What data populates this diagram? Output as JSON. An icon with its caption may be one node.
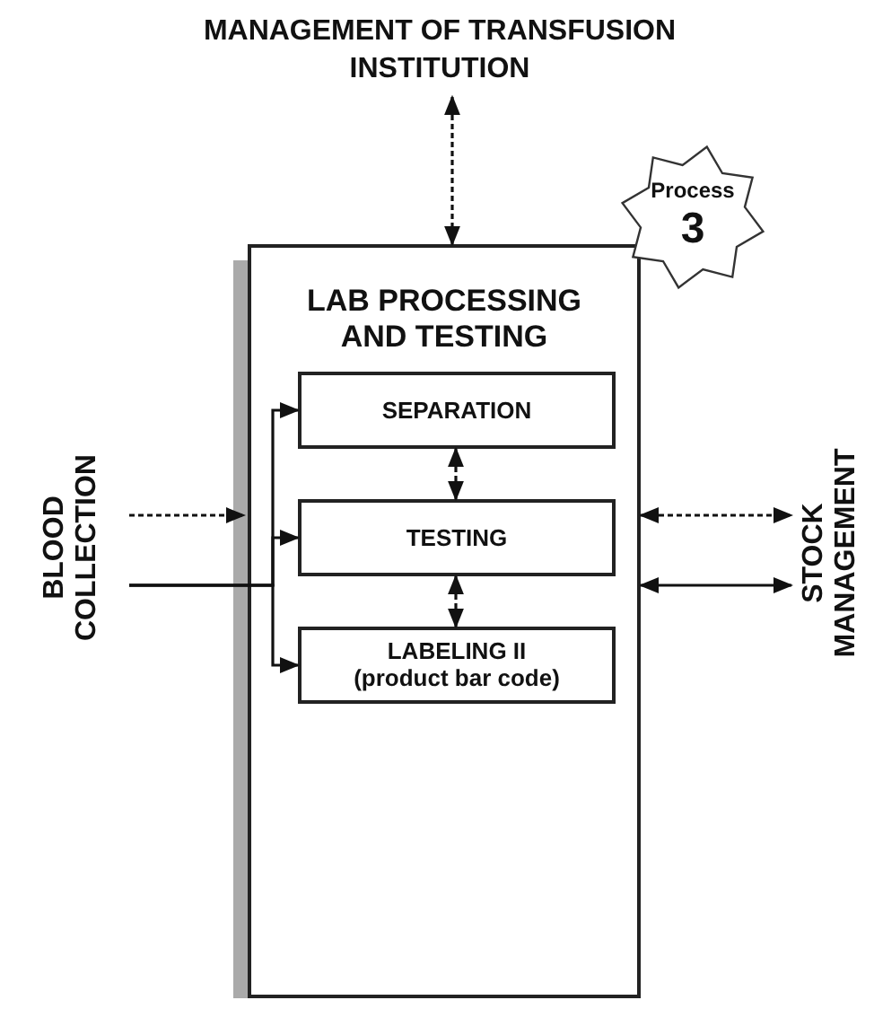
{
  "diagram": {
    "nodes": [
      {
        "text": [
          "MANAGEMENT OF TRANSFUSION INSTITUTION"
        ]
      },
      {
        "text": [
          "LAB PROCESSING AND TESTING"
        ]
      },
      {
        "text": [
          "Process",
          "3"
        ]
      },
      {
        "text": [
          "SEPARATION"
        ],
        "in": 1
      },
      {
        "text": [
          "TESTING"
        ],
        "in": 1
      },
      {
        "text": [
          "LABELING II",
          "(product bar code)"
        ],
        "in": 1
      },
      {
        "text": [
          "BLOOD COLLECTION"
        ]
      },
      {
        "text": [
          "STOCK MANAGEMENT"
        ]
      }
    ],
    "edges": [
      {
        "from": 0,
        "to": 1,
        "arrow": "both",
        "style": "dashed"
      },
      {
        "from": 6,
        "to": 1,
        "arrow": "to",
        "style": "dashed"
      },
      {
        "from": 6,
        "to": 3,
        "arrow": "to"
      },
      {
        "from": 6,
        "to": 4,
        "arrow": "to"
      },
      {
        "from": 6,
        "to": 5,
        "arrow": "to"
      },
      {
        "from": 3,
        "to": 4,
        "arrow": "both",
        "style": "dashed"
      },
      {
        "from": 4,
        "to": 5,
        "arrow": "both",
        "style": "dashed"
      },
      {
        "from": 1,
        "to": 7,
        "arrow": "both",
        "style": "dashed"
      },
      {
        "from": 1,
        "to": 7,
        "arrow": "both"
      }
    ]
  }
}
